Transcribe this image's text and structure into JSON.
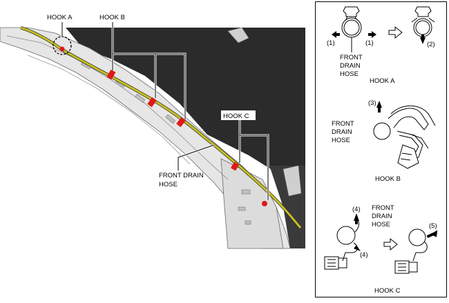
{
  "main_labels": {
    "hook_a": "HOOK A",
    "hook_b": "HOOK B",
    "hook_c": "HOOK C",
    "front_drain_hose_1": "FRONT DRAIN",
    "front_drain_hose_2": "HOSE"
  },
  "panel_hook_a": {
    "step_1_left": "(1)",
    "step_1_right": "(1)",
    "step_2": "(2)",
    "hose_line_1": "FRONT",
    "hose_line_2": "DRAIN",
    "hose_line_3": "HOSE",
    "caption": "HOOK A"
  },
  "panel_hook_b": {
    "step_3": "(3)",
    "hose_line_1": "FRONT",
    "hose_line_2": "DRAIN",
    "hose_line_3": "HOSE",
    "caption": "HOOK B"
  },
  "panel_hook_c": {
    "step_4_top": "(4)",
    "step_4_bottom": "(4)",
    "step_5": "(5)",
    "hose_line_1": "FRONT",
    "hose_line_2": "DRAIN",
    "hose_line_3": "HOSE",
    "caption": "HOOK C"
  },
  "colors": {
    "hose": "#c8c020",
    "hook_red": "#e01818",
    "interior_dark": "#2a2a2a",
    "panel_light": "#e6e6e6"
  }
}
